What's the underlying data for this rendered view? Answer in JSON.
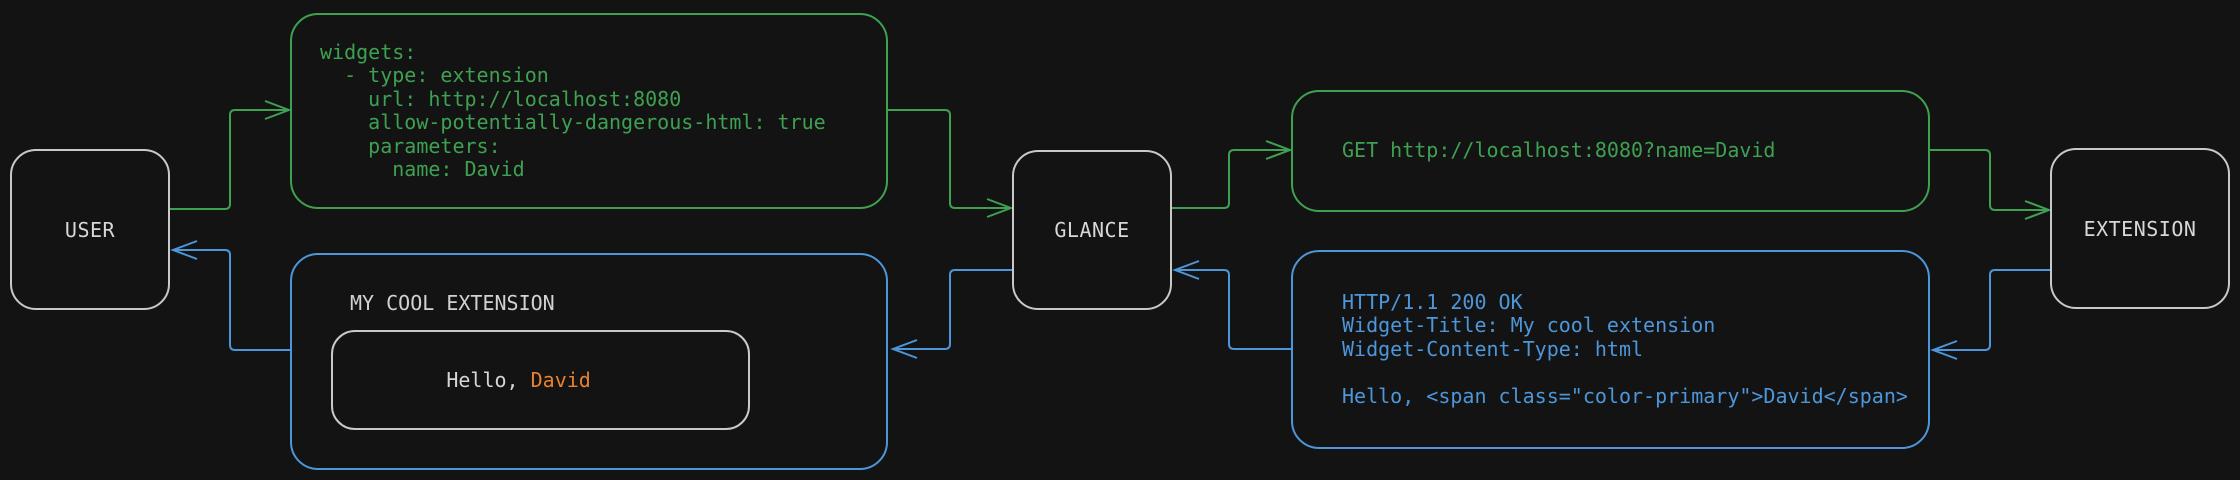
{
  "diagram": {
    "background_color": "#131313",
    "colors": {
      "green": "#3ea152",
      "blue": "#4d96d9",
      "orange": "#e8822f",
      "light_text": "#d6d6d6",
      "box_border": "#c9c9c9"
    },
    "actors": {
      "user": {
        "label": "USER"
      },
      "glance": {
        "label": "GLANCE"
      },
      "extension": {
        "label": "EXTENSION"
      }
    },
    "config_box": {
      "language": "yaml",
      "lines": [
        "widgets:",
        "  - type: extension",
        "    url: http://localhost:8080",
        "    allow-potentially-dangerous-html: true",
        "    parameters:",
        "      name: David"
      ]
    },
    "request_box": {
      "text": "GET http://localhost:8080?name=David"
    },
    "response_box": {
      "lines": [
        "HTTP/1.1 200 OK",
        "Widget-Title: My cool extension",
        "Widget-Content-Type: html",
        "",
        "Hello, <span class=\"color-primary\">David</span>"
      ]
    },
    "widget_preview": {
      "title": "MY COOL EXTENSION",
      "greeting_prefix": "Hello, ",
      "greeting_name": "David"
    }
  }
}
